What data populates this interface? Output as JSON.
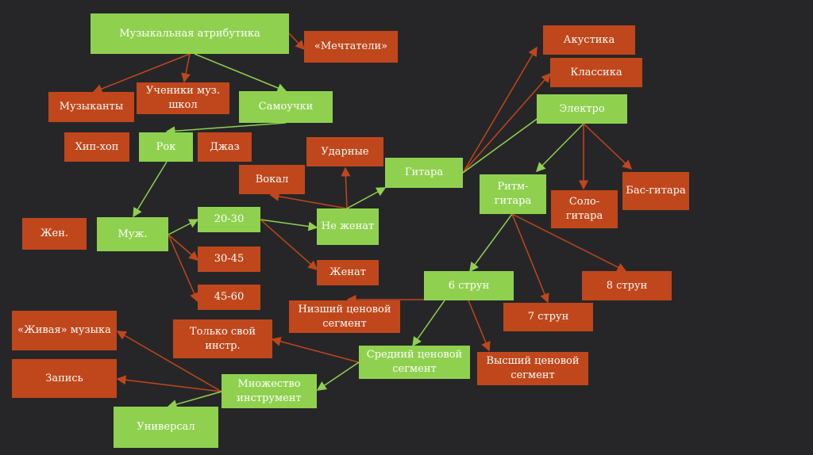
{
  "colors": {
    "primary": "#8fd14f",
    "secondary": "#c0471b",
    "background": "#262628"
  },
  "nodes": {
    "root": "Музыкальная атрибутика",
    "dreamers": "«Мечтатели»",
    "musicians": "Музыканты",
    "students": "Ученики муз. школ",
    "selftaught": "Самоучки",
    "hiphop": "Хип-хоп",
    "rock": "Рок",
    "jazz": "Джаз",
    "drums": "Ударные",
    "vocal": "Вокал",
    "guitar": "Гитара",
    "acoustic": "Акустика",
    "classic": "Классика",
    "electro": "Электро",
    "rhythm": "Ритм-гитара",
    "solo": "Соло-гитара",
    "bass": "Бас-гитара",
    "female": "Жен.",
    "male": "Муж.",
    "age2030": "20-30",
    "single": "Не женат",
    "age3045": "30-45",
    "age4560": "45-60",
    "married": "Женат",
    "str6": "6 струн",
    "str8": "8 струн",
    "low": "Низший ценовой сегмент",
    "str7": "7 струн",
    "live": "«Живая» музыка",
    "own": "Только свой инстр.",
    "mid": "Средний ценовой сегмент",
    "high": "Высший ценовой сегмент",
    "record": "Запись",
    "many": "Множество инструмент",
    "universal": "Универсал"
  }
}
